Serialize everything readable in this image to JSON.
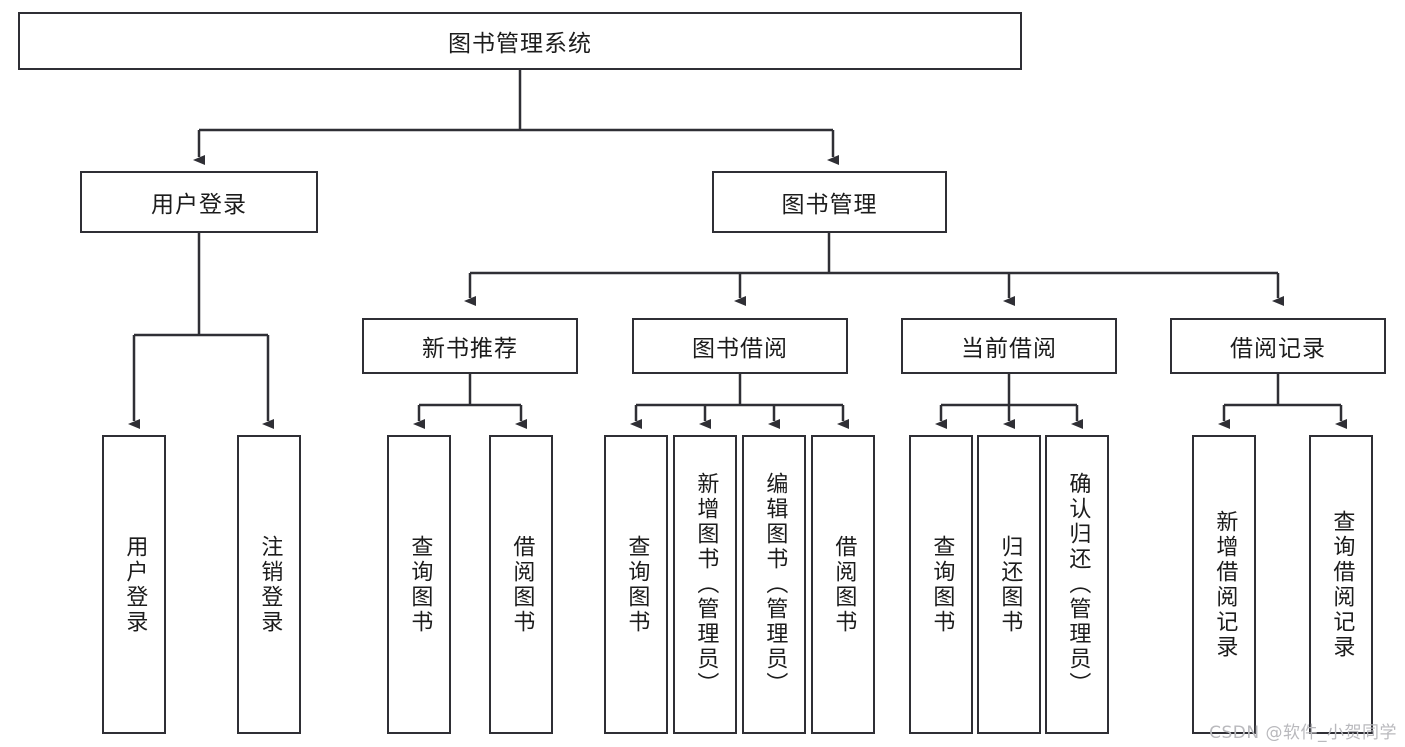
{
  "diagram": {
    "type": "tree",
    "title": "图书管理系统",
    "orientation": "top-down",
    "colors": {
      "stroke": "#2f2f35",
      "fill": "#ffffff",
      "text": "#1c1c1c",
      "watermark": "#b9b9bd"
    },
    "nodes": {
      "root": {
        "label": "图书管理系统"
      },
      "level2": [
        {
          "id": "user-login",
          "label": "用户登录"
        },
        {
          "id": "book-manage",
          "label": "图书管理"
        }
      ],
      "level3": [
        {
          "id": "new-book-recommend",
          "label": "新书推荐"
        },
        {
          "id": "book-borrow",
          "label": "图书借阅"
        },
        {
          "id": "current-borrow",
          "label": "当前借阅"
        },
        {
          "id": "borrow-record",
          "label": "借阅记录"
        }
      ],
      "leaves": {
        "user-login": [
          {
            "id": "leaf-user-login",
            "label": "用户登录"
          },
          {
            "id": "leaf-logout",
            "label": "注销登录"
          }
        ],
        "new-book-recommend": [
          {
            "id": "leaf-query-book-1",
            "label": "查询图书"
          },
          {
            "id": "leaf-borrow-book-1",
            "label": "借阅图书"
          }
        ],
        "book-borrow": [
          {
            "id": "leaf-query-book-2",
            "label": "查询图书"
          },
          {
            "id": "leaf-add-book",
            "label": "新增图书（管理员）"
          },
          {
            "id": "leaf-edit-book",
            "label": "编辑图书（管理员）"
          },
          {
            "id": "leaf-borrow-book-2",
            "label": "借阅图书"
          }
        ],
        "current-borrow": [
          {
            "id": "leaf-query-book-3",
            "label": "查询图书"
          },
          {
            "id": "leaf-return-book",
            "label": "归还图书"
          },
          {
            "id": "leaf-confirm-return",
            "label": "确认归还（管理员）"
          }
        ],
        "borrow-record": [
          {
            "id": "leaf-add-record",
            "label": "新增借阅记录"
          },
          {
            "id": "leaf-query-record",
            "label": "查询借阅记录"
          }
        ]
      }
    }
  },
  "watermark": {
    "text": "CSDN @软件_小贺同学"
  }
}
